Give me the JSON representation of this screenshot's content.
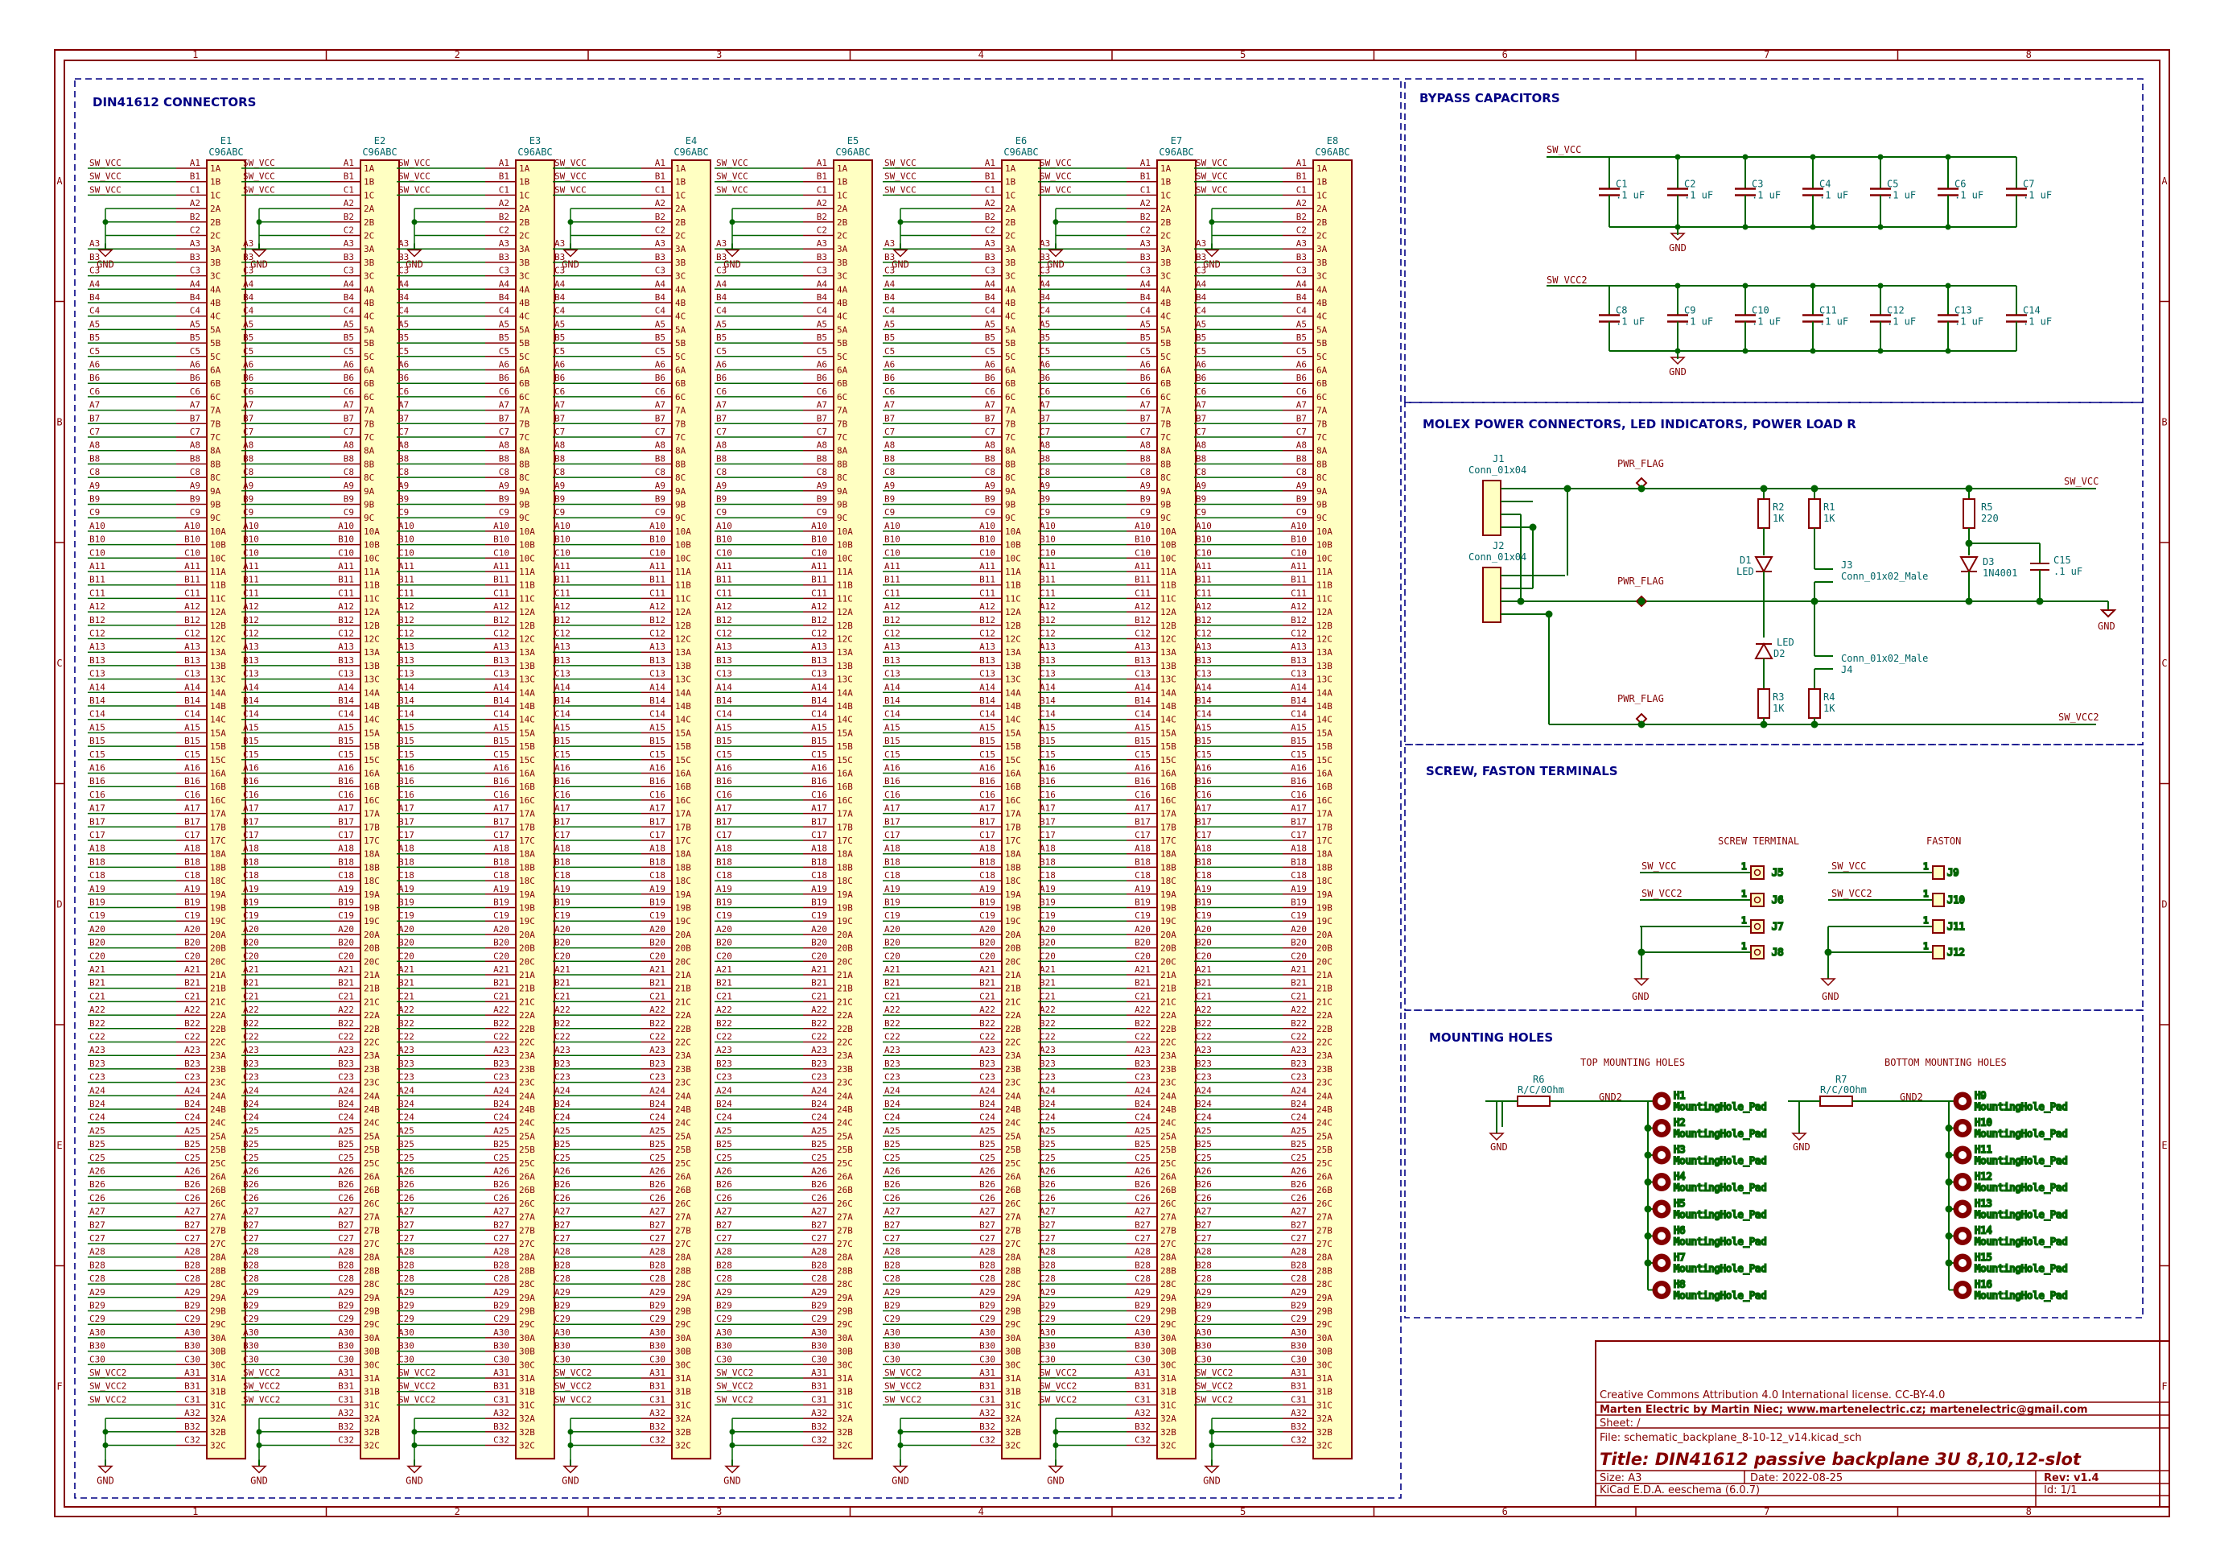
{
  "colors": {
    "frame": "#840000",
    "wire": "#006400",
    "body_fill": "#ffffc2",
    "section_border": "#000084",
    "junction": "#006400"
  },
  "frame": {
    "columns": [
      "1",
      "2",
      "3",
      "4",
      "5",
      "6",
      "7",
      "8"
    ],
    "rows": [
      "A",
      "B",
      "C",
      "D",
      "E",
      "F"
    ]
  },
  "sections": {
    "din": "DIN41612 CONNECTORS",
    "bypass": "BYPASS CAPACITORS",
    "molex": "MOLEX POWER CONNECTORS, LED INDICATORS, POWER LOAD R",
    "screw": "SCREW, FASTON TERMINALS",
    "mounting": "MOUNTING HOLES"
  },
  "connectors": [
    {
      "ref": "E1",
      "value": "C96ABC"
    },
    {
      "ref": "E2",
      "value": "C96ABC"
    },
    {
      "ref": "E3",
      "value": "C96ABC"
    },
    {
      "ref": "E4",
      "value": "C96ABC"
    },
    {
      "ref": "E5",
      "value": "C96ABC"
    },
    {
      "ref": "E6",
      "value": "C96ABC"
    },
    {
      "ref": "E7",
      "value": "C96ABC"
    },
    {
      "ref": "E8",
      "value": "C96ABC"
    }
  ],
  "nets": {
    "vcc": "SW_VCC",
    "vcc2": "SW_VCC2",
    "gnd": "GND",
    "gnd2": "GND2",
    "pwr_flag": "PWR_FLAG"
  },
  "capacitors": {
    "row1": [
      {
        "ref": "C1",
        "value": ".1 uF"
      },
      {
        "ref": "C2",
        "value": ".1 uF"
      },
      {
        "ref": "C3",
        "value": ".1 uF"
      },
      {
        "ref": "C4",
        "value": ".1 uF"
      },
      {
        "ref": "C5",
        "value": ".1 uF"
      },
      {
        "ref": "C6",
        "value": ".1 uF"
      },
      {
        "ref": "C7",
        "value": ".1 uF"
      }
    ],
    "row2": [
      {
        "ref": "C8",
        "value": ".1 uF"
      },
      {
        "ref": "C9",
        "value": ".1 uF"
      },
      {
        "ref": "C10",
        "value": ".1 uF"
      },
      {
        "ref": "C11",
        "value": ".1 uF"
      },
      {
        "ref": "C12",
        "value": ".1 uF"
      },
      {
        "ref": "C13",
        "value": ".1 uF"
      },
      {
        "ref": "C14",
        "value": ".1 uF"
      }
    ]
  },
  "molex": {
    "j1_ref": "J1",
    "j1_value": "Conn_01x04",
    "j2_ref": "J2",
    "j2_value": "Conn_01x04",
    "r2": {
      "ref": "R2",
      "value": "1K"
    },
    "r1": {
      "ref": "R1",
      "value": "1K"
    },
    "r3": {
      "ref": "R3",
      "value": "1K"
    },
    "r4": {
      "ref": "R4",
      "value": "1K"
    },
    "r5": {
      "ref": "R5",
      "value": "220"
    },
    "d1": {
      "ref": "D1",
      "value": "LED"
    },
    "d2": {
      "ref": "D2",
      "value": "LED"
    },
    "d3": {
      "ref": "D3",
      "value": "1N4001"
    },
    "c15": {
      "ref": "C15",
      "value": ".1 uF"
    },
    "j3": {
      "ref": "J3",
      "value": "Conn_01x02_Male"
    },
    "j4": {
      "ref": "J4",
      "value": "Conn_01x02_Male"
    }
  },
  "terminals": {
    "screw_title": "SCREW TERMINAL",
    "faston_title": "FASTON",
    "screw": [
      "J5",
      "J6",
      "J7",
      "J8"
    ],
    "faston": [
      "J9",
      "J10",
      "J11",
      "J12"
    ]
  },
  "mounting": {
    "top_title": "TOP MOUNTING HOLES",
    "bottom_title": "BOTTOM MOUNTING HOLES",
    "r6": {
      "ref": "R6",
      "value": "R/C/0Ohm"
    },
    "r7": {
      "ref": "R7",
      "value": "R/C/0Ohm"
    },
    "pad_value": "MountingHole_Pad",
    "top": [
      "H1",
      "H2",
      "H3",
      "H4",
      "H5",
      "H6",
      "H7",
      "H8"
    ],
    "bottom": [
      "H9",
      "H10",
      "H11",
      "H12",
      "H13",
      "H14",
      "H15",
      "H16"
    ]
  },
  "title_block": {
    "license": "Creative Commons Attribution 4.0 International license. CC-BY-4.0",
    "company": "Marten Electric by Martin Niec; www.martenelectric.cz; martenelectric@gmail.com",
    "sheet": "Sheet: /",
    "file": "File: schematic_backplane_8-10-12_v14.kicad_sch",
    "title": "Title: DIN41612 passive backplane 3U 8,10,12-slot",
    "size": "Size: A3",
    "date": "Date: 2022-08-25",
    "rev": "Rev: v1.4",
    "tool": "KiCad E.D.A.  eeschema (6.0.7)",
    "id": "Id: 1/1"
  }
}
